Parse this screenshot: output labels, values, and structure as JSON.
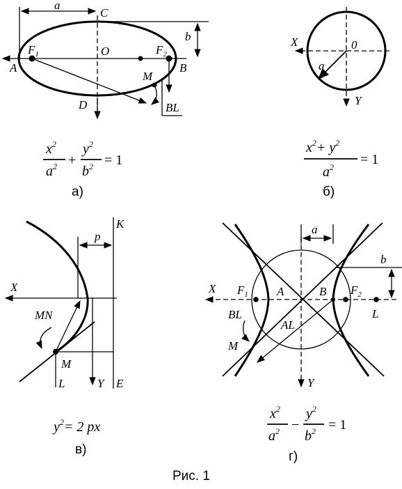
{
  "figure": {
    "caption": "Рис. 1"
  },
  "panels": {
    "a": {
      "sublabel": "а)",
      "labels": {
        "a": "a",
        "C": "C",
        "b": "b",
        "F1": "F",
        "F1_sub": "1",
        "O": "O",
        "F2": "F",
        "F2_sub": "2",
        "A": "A",
        "B": "B",
        "M": "M",
        "D": "D",
        "BL": "BL"
      },
      "equation": {
        "x": "x",
        "a": "a",
        "y": "y",
        "b": "b",
        "exp": "2",
        "plus": "+",
        "rhs": "= 1"
      }
    },
    "b": {
      "sublabel": "б)",
      "labels": {
        "X": "X",
        "O": "0",
        "a": "a",
        "Y": "Y"
      },
      "equation": {
        "num": "x",
        "plus": "+ y",
        "den": "a",
        "exp": "2",
        "rhs": "= 1"
      }
    },
    "v": {
      "sublabel": "в)",
      "labels": {
        "K": "K",
        "p": "p",
        "X": "X",
        "MN": "MN",
        "M": "M",
        "L": "L",
        "Y": "Y",
        "E": "E"
      },
      "equation": {
        "lhs": "y",
        "exp": "2",
        "rhs": "= 2 px"
      }
    },
    "g": {
      "sublabel": "г)",
      "labels": {
        "a": "a",
        "b": "b",
        "X": "X",
        "F1": "F",
        "F1_sub": "1",
        "A": "A",
        "B": "B",
        "F2": "F",
        "F2_sub": "2",
        "BL": "BL",
        "AL": "AL",
        "L": "L",
        "M": "M",
        "Y": "Y"
      },
      "equation": {
        "x": "x",
        "a": "a",
        "minus": "−",
        "y": "y",
        "b": "b",
        "exp": "2",
        "rhs": "= 1"
      }
    }
  }
}
